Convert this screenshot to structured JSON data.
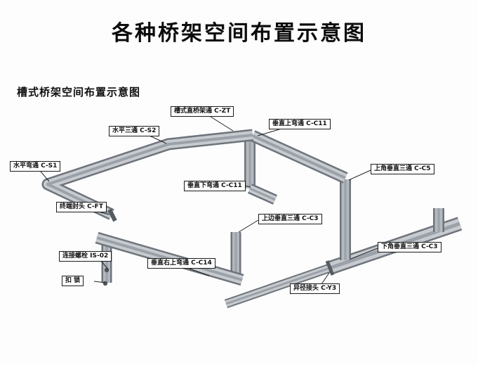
{
  "page": {
    "title": "各种桥架空间布置示意图",
    "subtitle": "槽式桥架空间布置示意图"
  },
  "labels": [
    {
      "id": "c-zt",
      "text": "槽式直桥架通 C-ZT"
    },
    {
      "id": "c-s2",
      "text": "水平三通 C-S2"
    },
    {
      "id": "c-c11-up",
      "text": "垂直上弯通 C-C11"
    },
    {
      "id": "c-s1",
      "text": "水平弯通 C-S1"
    },
    {
      "id": "c-c11-down",
      "text": "垂直下弯通 C-C11"
    },
    {
      "id": "c-c5",
      "text": "上角垂直三通 C-C5"
    },
    {
      "id": "c-ft",
      "text": "终端封头 C-FT"
    },
    {
      "id": "c-c3-up",
      "text": "上边垂直三通 C-C3"
    },
    {
      "id": "is-02",
      "text": "连接螺栓 IS-02"
    },
    {
      "id": "c-c14",
      "text": "垂直右上弯通 C-C14"
    },
    {
      "id": "c-c3-down",
      "text": "下角垂直三通 C-C3"
    },
    {
      "id": "lock",
      "text": "扣 锁"
    },
    {
      "id": "c-y3",
      "text": "异径接头 C-Y3"
    }
  ],
  "colors": {
    "tray_light": "#c7cbd0",
    "tray_edge": "#6e747b",
    "tray_groove": "#9ba1a8",
    "label_border": "#1b1b1b",
    "leader_line": "#222222",
    "title_text": "#0c0c0c"
  }
}
